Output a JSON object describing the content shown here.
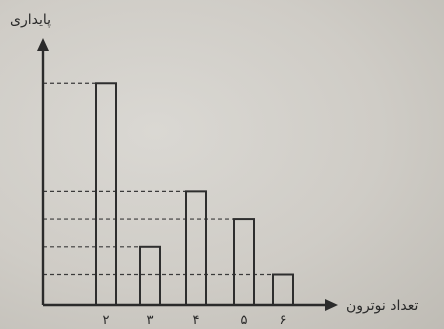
{
  "chart_data": {
    "type": "bar",
    "title": "",
    "xlabel": "تعداد نوترون",
    "ylabel": "پایداری",
    "categories": [
      "۲",
      "۳",
      "۴",
      "۵",
      "۶"
    ],
    "values": [
      8,
      2.1,
      4.1,
      3.1,
      1.1
    ],
    "ylim": [
      0,
      9.2
    ],
    "grid": false,
    "axis_ticks_y": false,
    "style": "outlined bars with dashed reference lines to the y-axis"
  }
}
